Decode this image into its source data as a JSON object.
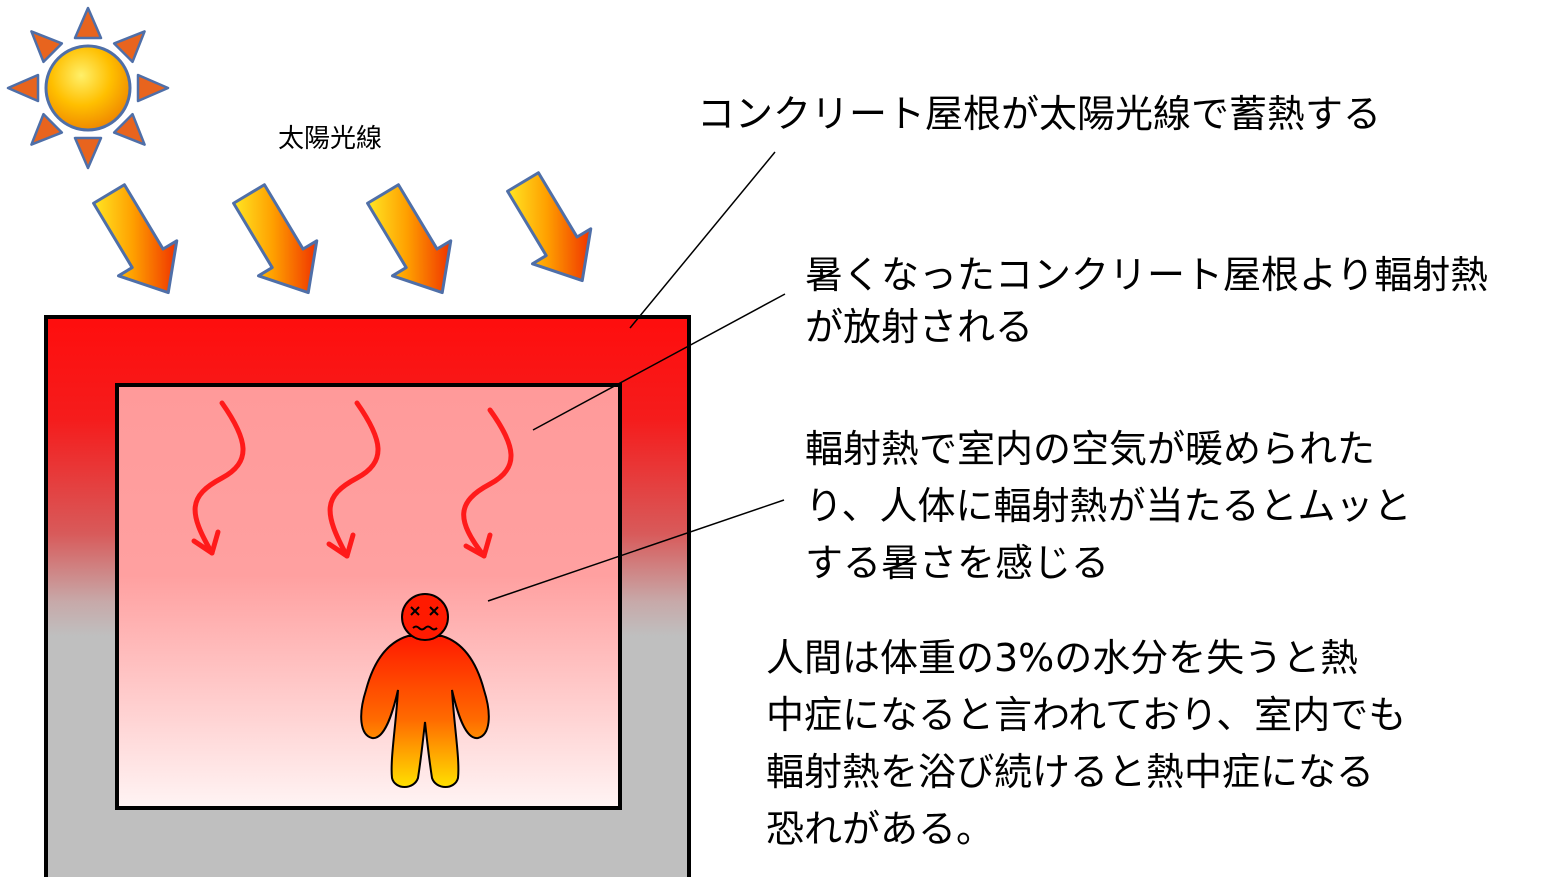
{
  "sun_label": "太陽光線",
  "callouts": {
    "roof_storage": "コンクリート屋根が太陽光線で蓄熱する",
    "radiation": [
      "暑くなったコンクリート屋根より輻射熱",
      "が放射される"
    ],
    "indoor_effect": [
      "輻射熱で室内の空気が暖められた",
      "り、人体に輻射熱が当たるとムッと",
      "する暑さを感じる"
    ],
    "heatstroke_note": [
      "人間は体重の3%の水分を失うと熱",
      "中症になると言われており、室内でも",
      "輻射熱を浴び続けると熱中症になる",
      "恐れがある。"
    ]
  },
  "colors": {
    "roof_red": "#ff0d0d",
    "wall_gray": "#bfbfbf",
    "room_pink": "#ff9c9c",
    "heat_arrow": "#ff1a1a",
    "sun_core": "#ffb400",
    "sun_ray": "#e8641e",
    "sun_outline": "#4f6fa8"
  },
  "icons": {
    "sun": "sun-icon",
    "ray_arrow": "sunlight-arrow-icon",
    "heat_arrow": "radiant-heat-arrow-icon",
    "person": "overheated-person-icon"
  }
}
